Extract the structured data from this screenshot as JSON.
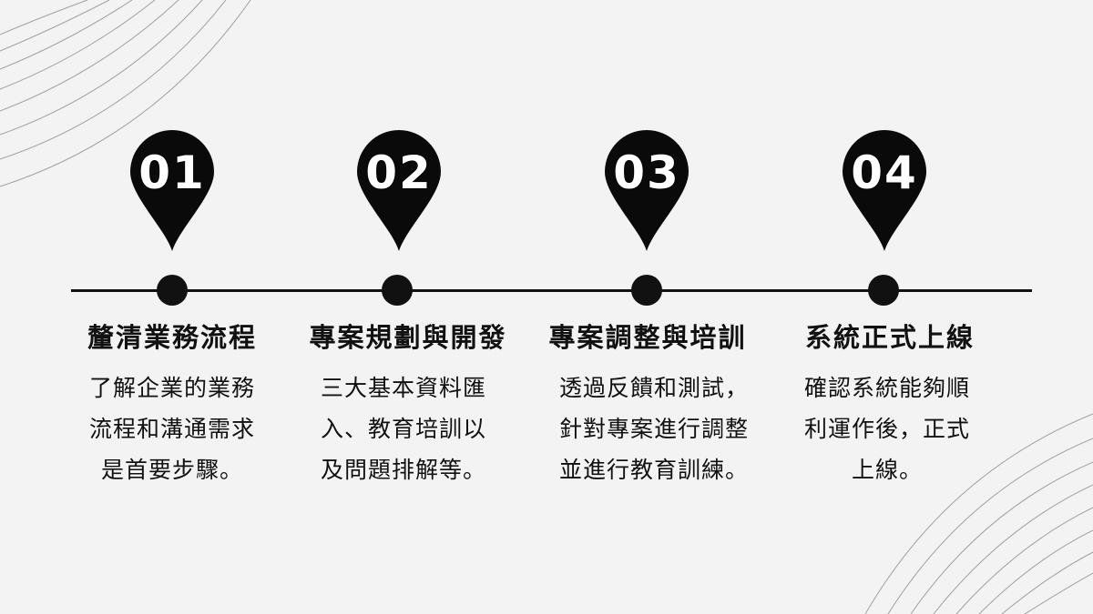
{
  "steps": [
    {
      "number": "01",
      "title": "釐清業務流程",
      "lines": [
        "了解企業的業務",
        "流程和溝通需求",
        "是首要步驟。"
      ]
    },
    {
      "number": "02",
      "title": "專案規劃與開發",
      "lines": [
        "三大基本資料匯",
        "入、教育培訓以",
        "及問題排解等。"
      ]
    },
    {
      "number": "03",
      "title": "專案調整與培訓",
      "lines": [
        "透過反饋和測試，",
        "針對專案進行調整",
        "並進行教育訓練。"
      ]
    },
    {
      "number": "04",
      "title": "系統正式上線",
      "lines": [
        "確認系統能夠順",
        "利運作後，正式",
        "上線。"
      ]
    }
  ],
  "colors": {
    "background": "#f3f3f3",
    "ink": "#111111",
    "decor-lines": "#9a9a9a"
  }
}
